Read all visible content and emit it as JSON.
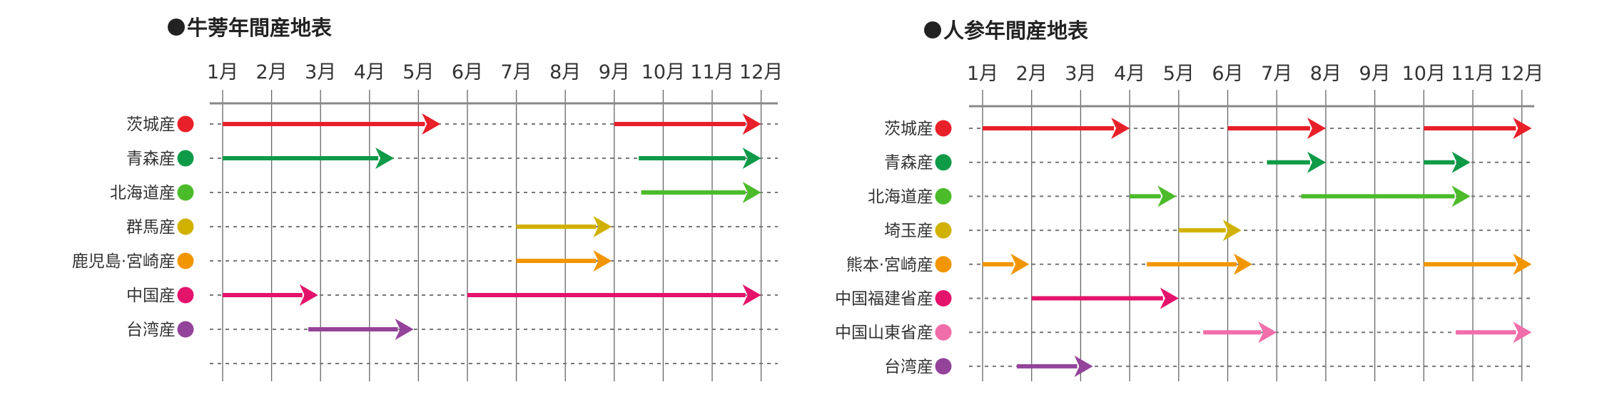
{
  "chart_data": [
    {
      "type": "gantt",
      "title": "牛蒡年間産地表",
      "categories": [
        "1月",
        "2月",
        "3月",
        "4月",
        "5月",
        "6月",
        "7月",
        "8月",
        "9月",
        "10月",
        "11月",
        "12月"
      ],
      "grid": true,
      "series": [
        {
          "name": "茨城産",
          "color": "#e8202a",
          "ranges": [
            [
              1,
              5.45
            ],
            [
              9,
              12
            ]
          ]
        },
        {
          "name": "青森産",
          "color": "#0f9a48",
          "ranges": [
            [
              1,
              4.5
            ],
            [
              9.5,
              12
            ]
          ]
        },
        {
          "name": "北海道産",
          "color": "#4cbb2a",
          "ranges": [
            [
              9.55,
              12
            ]
          ]
        },
        {
          "name": "群馬産",
          "color": "#d1b100",
          "ranges": [
            [
              7,
              8.95
            ]
          ]
        },
        {
          "name": "鹿児島·宮崎産",
          "color": "#f29600",
          "ranges": [
            [
              7,
              8.95
            ]
          ]
        },
        {
          "name": "中国産",
          "color": "#e4136b",
          "ranges": [
            [
              1,
              2.95
            ],
            [
              6,
              12
            ]
          ]
        },
        {
          "name": "台湾産",
          "color": "#94439b",
          "ranges": [
            [
              2.75,
              4.9
            ]
          ]
        },
        {
          "name": "",
          "color": "#999999",
          "ranges": []
        }
      ]
    },
    {
      "type": "gantt",
      "title": "人参年間産地表",
      "categories": [
        "1月",
        "2月",
        "3月",
        "4月",
        "5月",
        "6月",
        "7月",
        "8月",
        "9月",
        "10月",
        "11月",
        "12月"
      ],
      "grid": true,
      "series": [
        {
          "name": "茨城産",
          "color": "#e8202a",
          "ranges": [
            [
              1,
              4
            ],
            [
              6,
              8
            ],
            [
              10,
              12.2
            ]
          ]
        },
        {
          "name": "青森産",
          "color": "#0f9a48",
          "ranges": [
            [
              6.8,
              8
            ],
            [
              10,
              10.95
            ]
          ]
        },
        {
          "name": "北海道産",
          "color": "#4cbb2a",
          "ranges": [
            [
              4,
              4.95
            ],
            [
              7.5,
              10.95
            ]
          ]
        },
        {
          "name": "埼玉産",
          "color": "#d1b100",
          "ranges": [
            [
              5,
              6.28
            ]
          ]
        },
        {
          "name": "熊本·宮崎産",
          "color": "#f29600",
          "ranges": [
            [
              1,
              1.95
            ],
            [
              4.35,
              6.5
            ],
            [
              10,
              12.2
            ]
          ]
        },
        {
          "name": "中国福建省産",
          "color": "#e4136b",
          "ranges": [
            [
              2,
              5
            ]
          ]
        },
        {
          "name": "中国山東省産",
          "color": "#f06ea9",
          "ranges": [
            [
              5.5,
              7
            ],
            [
              10.65,
              12.2
            ]
          ]
        },
        {
          "name": "台湾産",
          "color": "#94439b",
          "ranges": [
            [
              1.7,
              3.25
            ]
          ]
        }
      ]
    }
  ]
}
